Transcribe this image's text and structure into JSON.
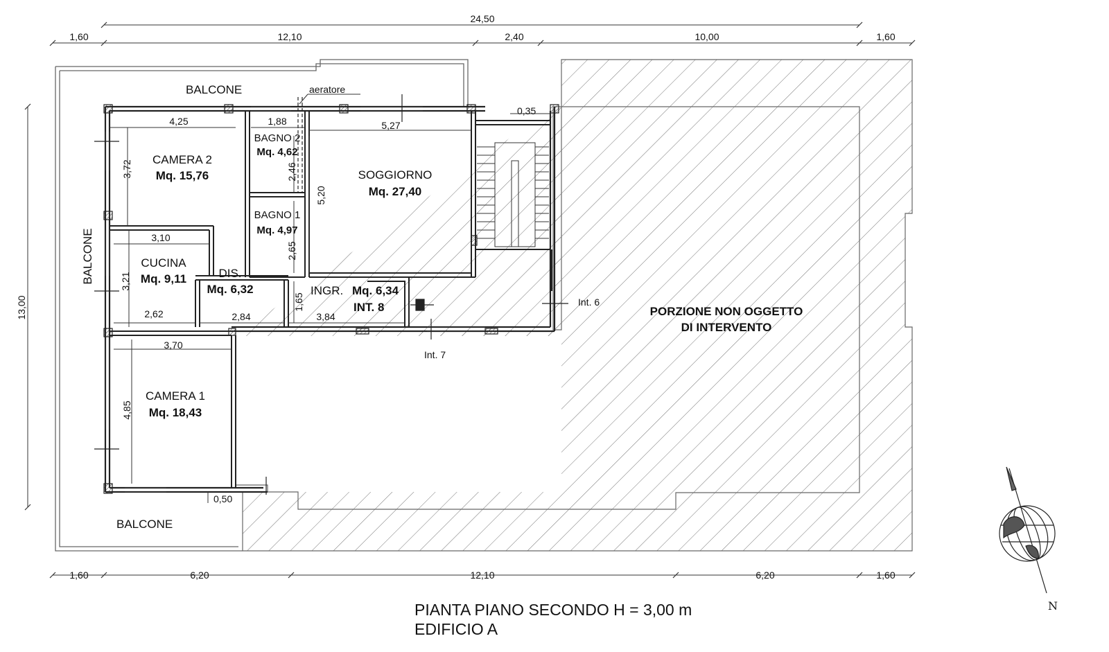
{
  "dimensions": {
    "overall_width": "24,50",
    "top": [
      "1,60",
      "12,10",
      "2,40",
      "10,00",
      "1,60"
    ],
    "bottom": [
      "1,60",
      "6,20",
      "12,10",
      "6,20",
      "1,60"
    ],
    "height": "13,00",
    "wall_offset_top": "0,35",
    "wall_offset_bottom": "0,50"
  },
  "rooms": {
    "camera2": {
      "name": "CAMERA 2",
      "area": "Mq. 15,76",
      "w": "4,25",
      "h": "3,72"
    },
    "bagno2": {
      "name": "BAGNO 2",
      "area": "Mq. 4,62",
      "w": "1,88",
      "h": "2,46"
    },
    "soggiorno": {
      "name": "SOGGIORNO",
      "area": "Mq. 27,40",
      "w": "5,27",
      "h": "5,20"
    },
    "bagno1": {
      "name": "BAGNO 1",
      "area": "Mq. 4,97",
      "h": "2,65"
    },
    "cucina": {
      "name": "CUCINA",
      "area": "Mq. 9,11",
      "w": "3,10",
      "w2": "2,62",
      "h": "3,21"
    },
    "dis": {
      "name": "DIS.",
      "area": "Mq. 6,32",
      "w": "2,84"
    },
    "ingresso": {
      "name": "INGR.",
      "area": "Mq. 6,34",
      "unit": "INT. 8",
      "w": "3,84",
      "h": "1,65"
    },
    "camera1": {
      "name": "CAMERA 1",
      "area": "Mq. 18,43",
      "w": "3,70",
      "h": "4,85"
    }
  },
  "labels": {
    "balcone_top": "BALCONE",
    "balcone_left": "BALCONE",
    "balcone_bottom": "BALCONE",
    "aeratore": "aeratore",
    "int6": "Int. 6",
    "int7": "Int. 7",
    "porzione_line1": "PORZIONE NON OGGETTO",
    "porzione_line2": "DI INTERVENTO",
    "north": "N"
  },
  "title": {
    "line1": "PIANTA PIANO SECONDO H = 3,00 m",
    "line2": "EDIFICIO A"
  }
}
